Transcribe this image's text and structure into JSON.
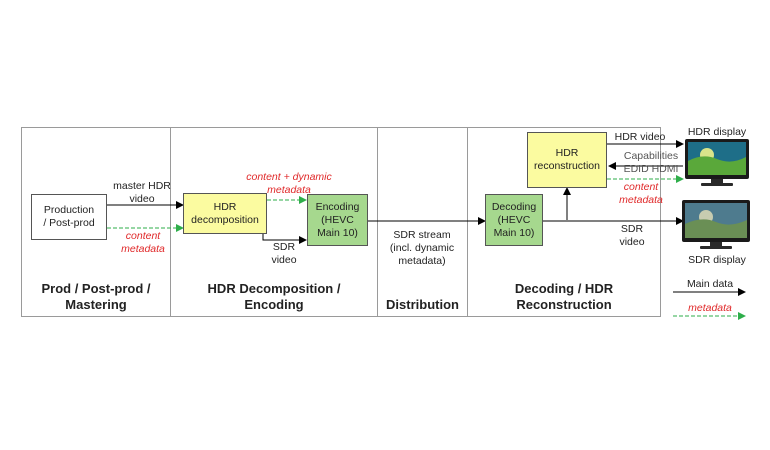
{
  "boxes": {
    "production": "Production\n/ Post-prod",
    "decomposition": "HDR\ndecomposition",
    "encoding": "Encoding\n(HEVC\nMain 10)",
    "decoding": "Decoding\n(HEVC\nMain 10)",
    "reconstruction": "HDR\nreconstruction"
  },
  "labels": {
    "master_hdr_video": "master HDR\nvideo",
    "content_metadata_left": "content\nmetadata",
    "content_dynamic_metadata": "content + dynamic\nmetadata",
    "sdr_video_mid": "SDR\nvideo",
    "sdr_stream": "SDR stream\n(incl. dynamic\nmetadata)",
    "hdr_video_out": "HDR video",
    "capabilities": "Capabilities\nEDID HDMI",
    "content_metadata_right": "content\nmetadata",
    "sdr_video_out": "SDR\nvideo",
    "hdr_display": "HDR display",
    "sdr_display": "SDR display"
  },
  "sections": {
    "prod": "Prod / Post-prod /\nMastering",
    "decomp": "HDR Decomposition /\nEncoding",
    "dist": "Distribution",
    "decode": "Decoding / HDR\nReconstruction"
  },
  "legend": {
    "main_data": "Main data",
    "metadata": "metadata"
  },
  "colors": {
    "main_arrow": "#000000",
    "metadata_arrow": "#2eae4a",
    "metadata_text": "#e0292a",
    "box_yellow": "#fbfba0",
    "box_green": "#a6d88e"
  }
}
